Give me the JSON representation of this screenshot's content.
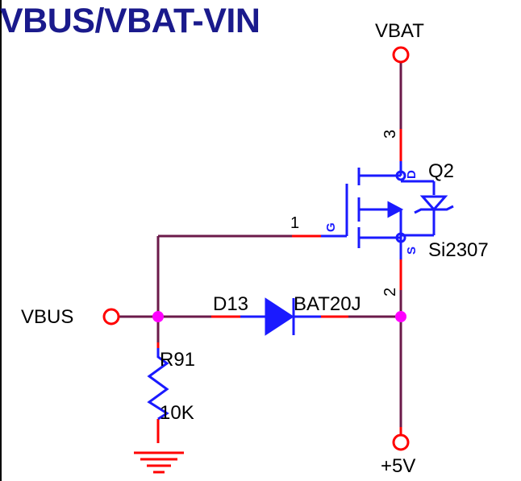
{
  "title": "VBUS/VBAT-VIN",
  "colors": {
    "wire": "#6b1a4a",
    "pin": "#ff0000",
    "symbol": "#1a1aff",
    "junction": "#ff00ff",
    "title": "#1a1a8c"
  },
  "nets": {
    "vbat": "VBAT",
    "vbus": "VBUS",
    "plus5v": "+5V"
  },
  "q2": {
    "ref": "Q2",
    "part": "Si2307",
    "pin_gate": "1",
    "pin_source": "2",
    "pin_drain": "3",
    "gate_mark": "G",
    "drain_mark": "D",
    "source_mark": "S"
  },
  "d13": {
    "ref": "D13",
    "part": "BAT20J"
  },
  "r91": {
    "ref": "R91",
    "value": "10K"
  }
}
